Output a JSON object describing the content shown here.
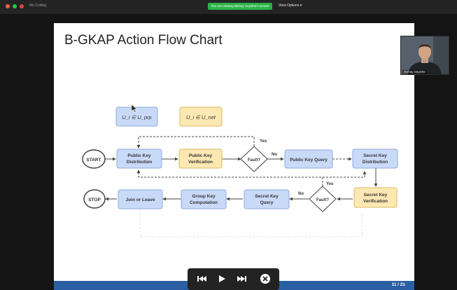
{
  "window": {
    "app_title": "Mo Coding",
    "sharing_banner": "You are viewing Bishay Seyishe's screen",
    "view_options": "View Options ▾"
  },
  "slide": {
    "title": "B-GKAP Action Flow Chart",
    "page_number": "11 / 21"
  },
  "diagram": {
    "legend": {
      "prp": "U_i ∈ U_prp",
      "net": "U_i ∈ U_net",
      "prp_color": "#c9daf8",
      "net_color": "#fce8b2"
    },
    "nodes": {
      "start": "START",
      "stop": "STOP",
      "pk_dist_1": "Public Key",
      "pk_dist_2": "Distribution",
      "pk_ver_1": "Public Key",
      "pk_ver_2": "Verification",
      "fault1": "Fault?",
      "pk_query": "Public Key Query",
      "sk_dist_1": "Secret Key",
      "sk_dist_2": "Distribution",
      "sk_ver_1": "Secret Key",
      "sk_ver_2": "Verification",
      "fault2": "Fault?",
      "sk_query_1": "Secret Key",
      "sk_query_2": "Query",
      "gk_comp_1": "Group Key",
      "gk_comp_2": "Computation",
      "join_leave": "Join or Leave"
    },
    "labels": {
      "yes1": "Yes",
      "no1": "No",
      "yes2": "Yes",
      "no2": "No"
    }
  },
  "participant": {
    "name": "Bishay Seyishe"
  },
  "controls": {
    "icons": [
      "skip-back-icon",
      "play-icon",
      "skip-forward-icon",
      "close-icon"
    ]
  }
}
